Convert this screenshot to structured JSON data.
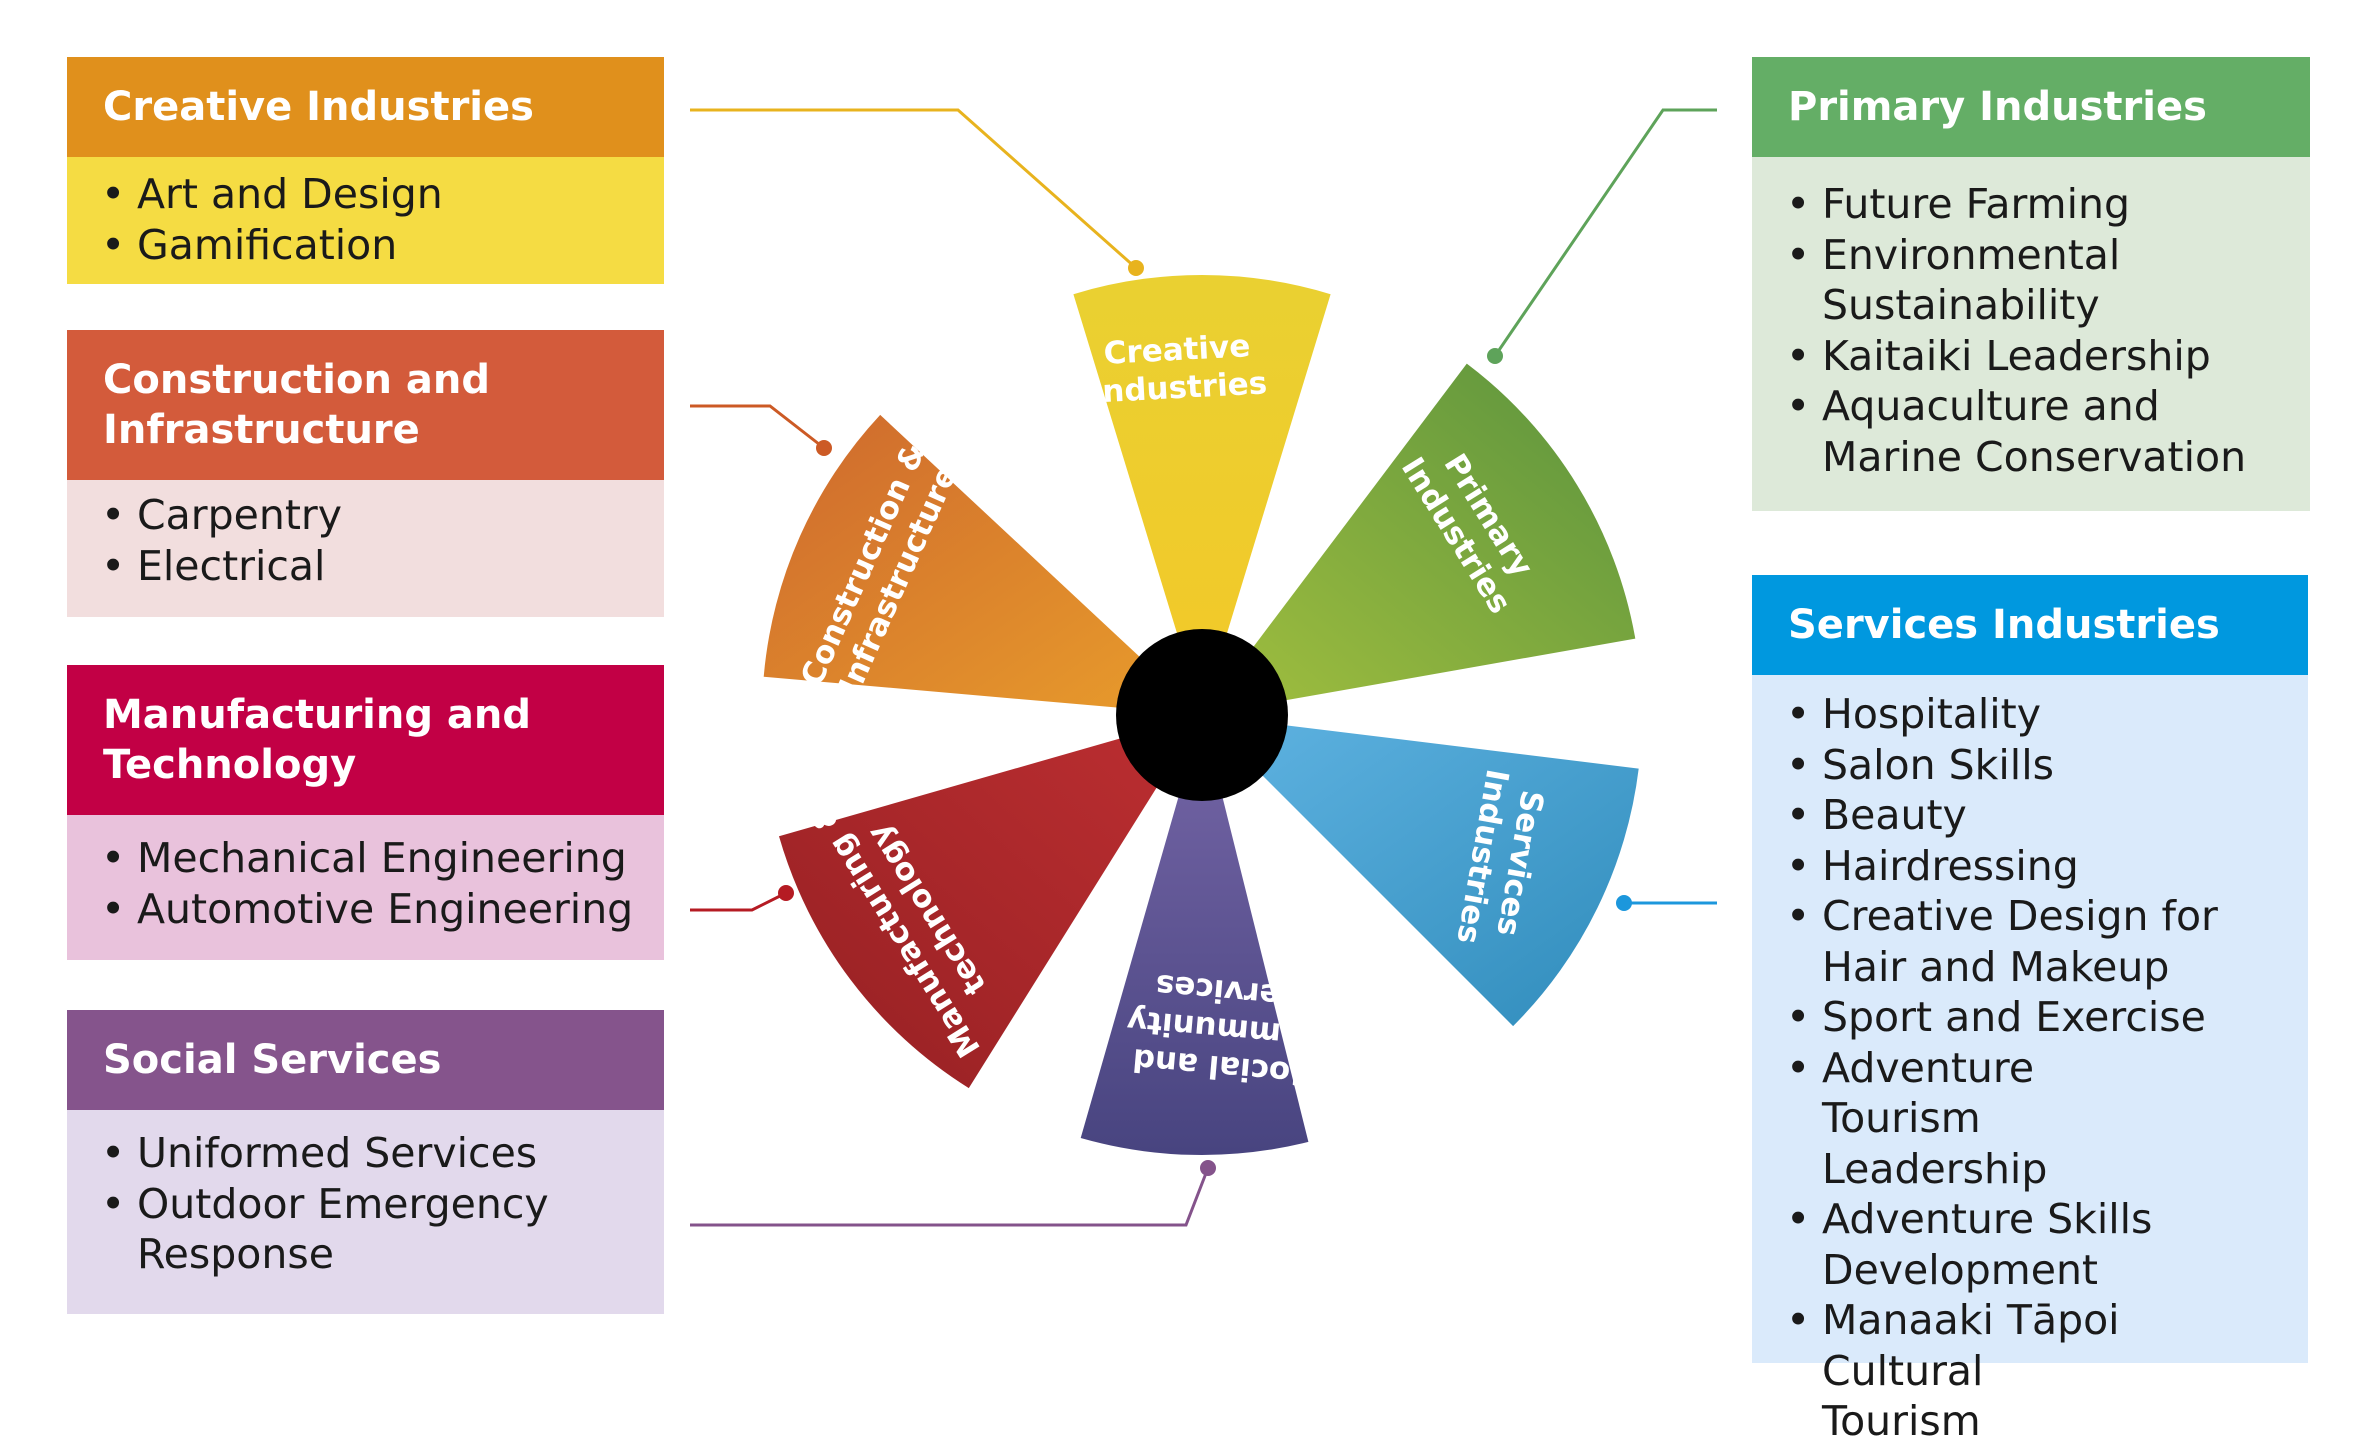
{
  "colors": {
    "creative_head": "#e0901c",
    "creative_body": "#f5dc43",
    "construction_head": "#d35b3b",
    "construction_body": "#f2dede",
    "manufacturing_head": "#c20045",
    "manufacturing_body": "#e9c2dc",
    "social_head": "#85548c",
    "social_body": "#e2d9ec",
    "primary_head": "#64ae66",
    "primary_body": "#dde9d9",
    "services_head": "#0098df",
    "services_body": "#daeafb"
  },
  "cards": {
    "creative": {
      "title": "Creative Industries",
      "items": [
        "Art and Design",
        "Gamification"
      ]
    },
    "construction": {
      "title": "Construction and Infrastructure",
      "items": [
        "Carpentry",
        "Electrical"
      ]
    },
    "manufacturing": {
      "title": "Manufacturing and Technology",
      "items": [
        "Mechanical Engineering",
        "Automotive Engineering"
      ]
    },
    "social": {
      "title": "Social Services",
      "items": [
        "Uniformed Services",
        "Outdoor Emergency Response"
      ]
    },
    "primary": {
      "title": "Primary Industries",
      "items": [
        "Future Farming",
        "Environmental Sustainability",
        "Kaitaiki Leadership",
        "Aquaculture and Marine Conservation"
      ]
    },
    "services": {
      "title": "Services Industries",
      "items": [
        "Hospitality",
        "Salon Skills",
        "Beauty",
        "Hairdressing",
        "Creative Design for Hair and Makeup",
        "Sport and Exercise",
        "Adventure Tourism Leadership",
        "Adventure Skills Development",
        "Manaaki Tāpoi Cultural Tourism"
      ]
    }
  },
  "wheel": {
    "creative_l1": "Creative",
    "creative_l2": "Industries",
    "primary_l1": "Primary",
    "primary_l2": "Industries",
    "services_l1": "Services",
    "services_l2": "Industries",
    "social_l1": "Social and",
    "social_l2": "Community",
    "social_l3": "Services",
    "manufacturing_l1": "Manufacturing &",
    "manufacturing_l2": "technology",
    "construction_l1": "Construction &",
    "construction_l2": "Infrastructure"
  }
}
